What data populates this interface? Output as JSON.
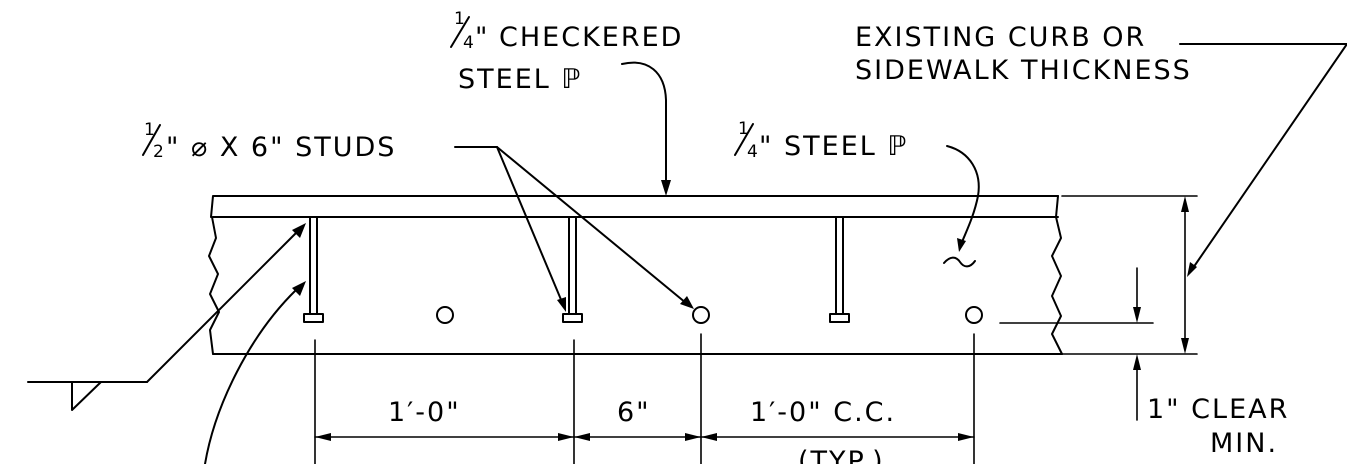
{
  "labels": {
    "checkered_plate_line1": "CHECKERED",
    "checkered_plate_line2": "STEEL ℙ",
    "checkered_fraction_num": "1",
    "checkered_fraction_den": "4",
    "checkered_inch": "\"",
    "studs_fraction_num": "1",
    "studs_fraction_den": "2",
    "studs_text": "\" ⌀ X 6\" STUDS",
    "steel_plate_fraction_num": "1",
    "steel_plate_fraction_den": "4",
    "steel_plate_text": "\" STEEL ℙ",
    "curb_line1": "EXISTING CURB OR",
    "curb_line2": "SIDEWALK THICKNESS",
    "clear_line1": "1\" CLEAR",
    "clear_line2": "MIN.",
    "typ": "(TYP.)"
  },
  "dimensions": {
    "dim1": "1′-0\"",
    "dim2": "6\"",
    "dim3": "1′-0\" C.C."
  }
}
